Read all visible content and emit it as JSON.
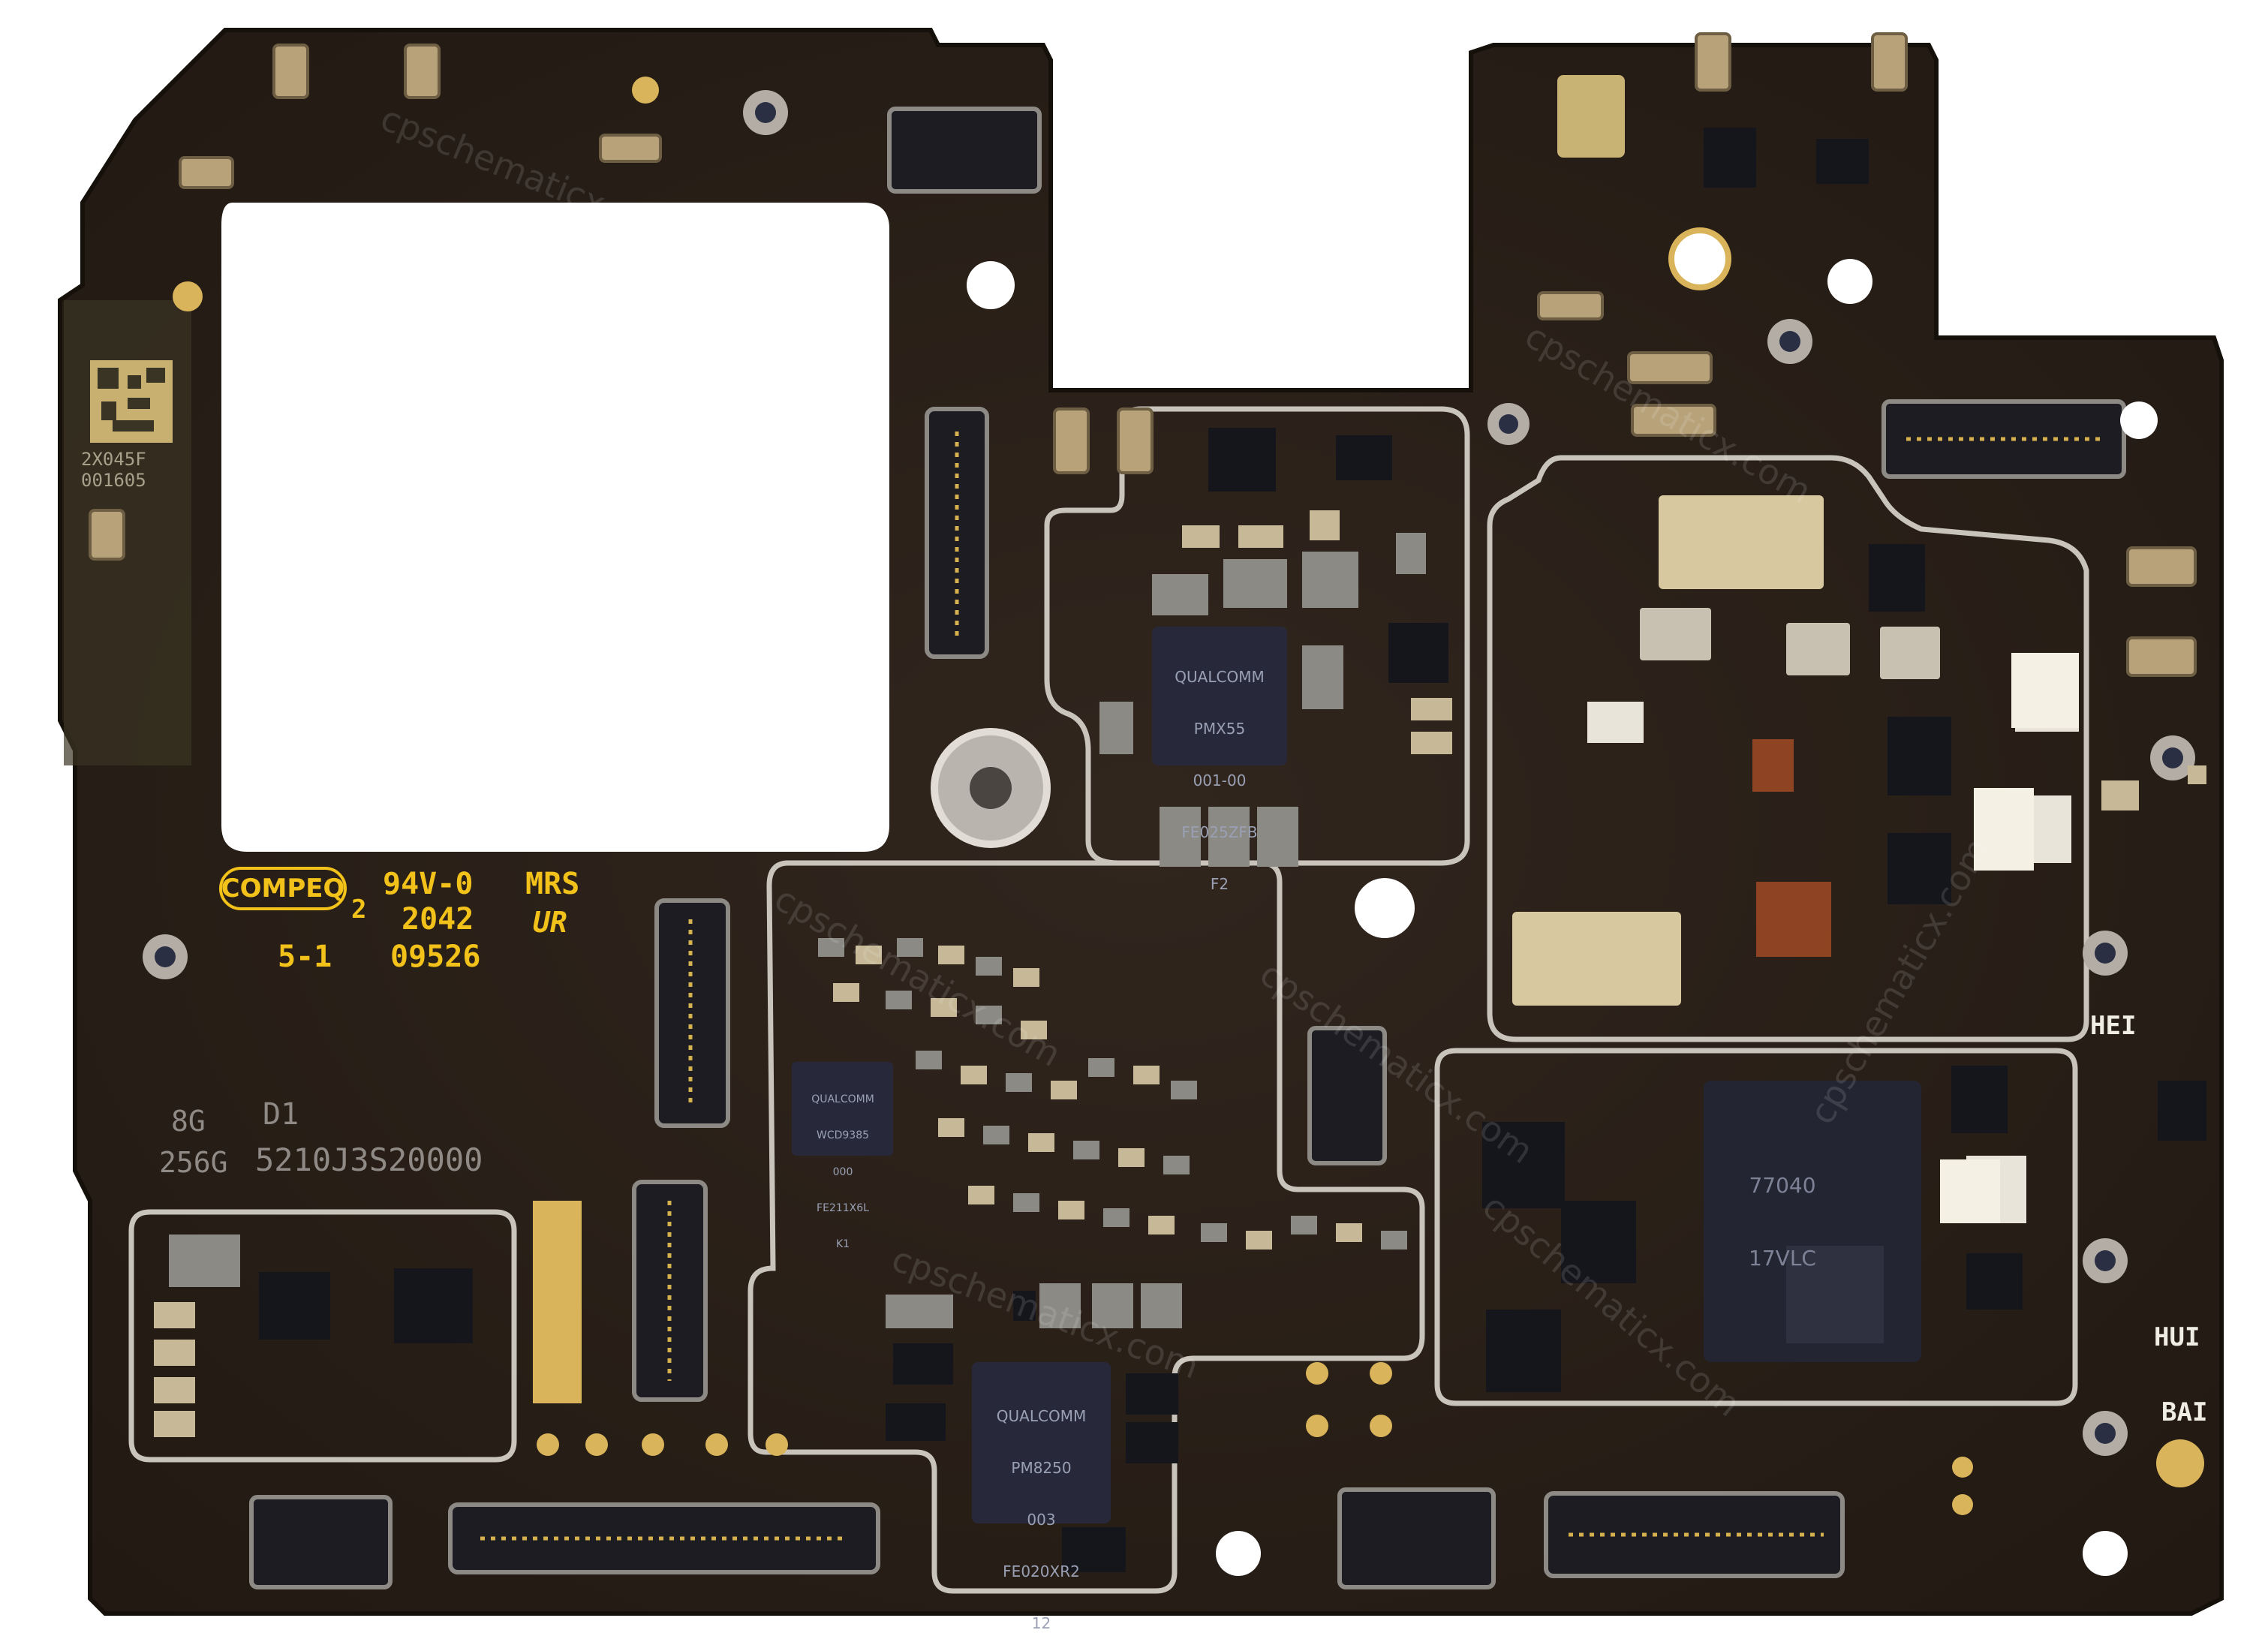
{
  "photo": {
    "colors": {
      "background": "#ffffff",
      "pcb": "#2a2019",
      "pcb_edge": "#1a130e",
      "shield": "#c9c4bb",
      "gold": "#d9b45a",
      "silkscreen": "#f2c21a",
      "chip": "#27293a",
      "component_grey": "#8b8a85",
      "component_beige": "#c7b998"
    },
    "labels": {
      "maker_logo": "COMPEQ",
      "logo_digit": "2",
      "rating": "94V-0",
      "mrs": "MRS",
      "date_code": "2042",
      "layer_code": "5-1",
      "lot_code": "09526",
      "ul_mark": "UR",
      "ram": "8G",
      "storage": "256G",
      "model_code": "D1",
      "serial": "5210J3S20000",
      "qr_code_1": "2X045F",
      "qr_code_2": "001605",
      "antenna_hei": "HEI",
      "antenna_hui": "HUI",
      "antenna_bai": "BAI"
    },
    "chips": {
      "pmx55": [
        "QUALCOMM",
        "PMX55",
        "001-00",
        "FE025ZFB",
        "F2"
      ],
      "wcd": [
        "QUALCOMM",
        "WCD9385",
        "000",
        "FE211X6L",
        "K1"
      ],
      "pm8250": [
        "QUALCOMM",
        "PM8250",
        "003",
        "FE020XR2",
        "12"
      ],
      "soc": [
        "77040",
        "17VLC"
      ]
    },
    "watermark": "cpschematicx.com"
  }
}
